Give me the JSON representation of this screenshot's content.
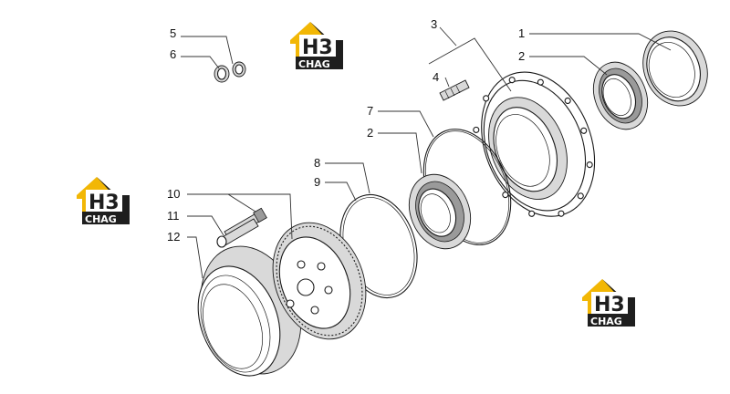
{
  "callouts": {
    "c1": "1",
    "c2a": "2",
    "c2b": "2",
    "c3": "3",
    "c4": "4",
    "c5": "5",
    "c6": "6",
    "c7": "7",
    "c8": "8",
    "c9": "9",
    "c10": "10",
    "c11": "11",
    "c12": "12"
  },
  "logo": {
    "mark": "H3",
    "word": "CHAG"
  },
  "colors": {
    "logo_yellow": "#f2b705",
    "logo_dark": "#1e1e1e"
  },
  "icons": [
    "watermark-logo-icon"
  ]
}
